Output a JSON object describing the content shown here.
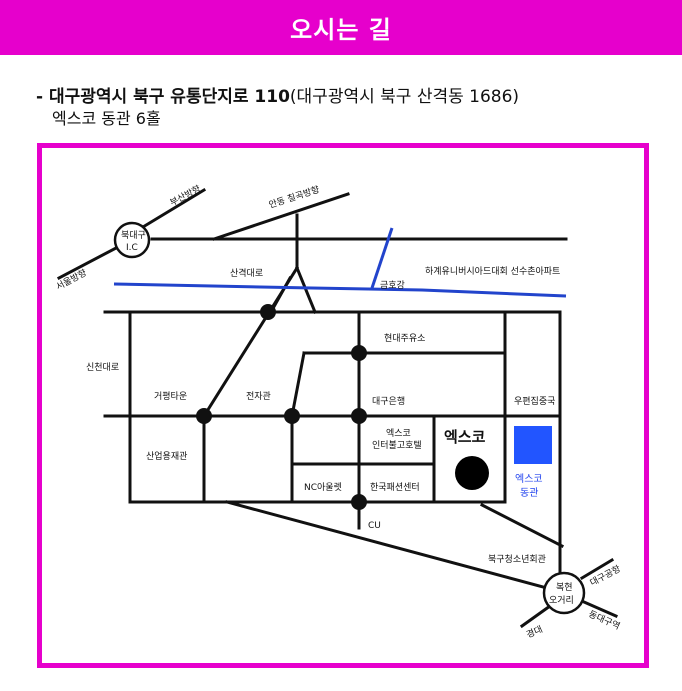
{
  "header": {
    "title": "오시는 길"
  },
  "address": {
    "dash": "- ",
    "road_address": "대구광역시 북구 유통단지로 110",
    "lot_address": "(대구광역시 북구 산격동 1686)",
    "venue": "엑스코 동관 6홀"
  },
  "map": {
    "interchange_top": "북대구",
    "interchange_bottom": "I.C",
    "intersection_top": "복현",
    "intersection_bottom": "오거리",
    "directions": {
      "busan": "부산방향",
      "seoul": "서울방향",
      "chilgok": "안동 칠곡방향",
      "daegu_airport": "대구공항",
      "dongdaegu": "동대구역",
      "gyeongdae": "경대"
    },
    "roads": {
      "sangyeok": "산격대로",
      "sincheon": "신천대로"
    },
    "river": "금호강",
    "places": {
      "universiade": "하계유니버시아드대회 선수촌아파트",
      "hyundai_gas": "현대주유소",
      "geopyeong": "거평타운",
      "electronics": "전자관",
      "daegu_bank": "대구은행",
      "post_office": "우편집중국",
      "exco_inter_top": "엑스코",
      "exco_inter_bottom": "인터불고호텔",
      "industrial": "산업용재관",
      "nc_outlet": "NC아울렛",
      "fashion": "한국패션센터",
      "cu": "CU",
      "youth_center": "북구청소년회관"
    },
    "exco": "엑스코",
    "east_wing_top": "엑스코",
    "east_wing_bottom": "동관"
  },
  "colors": {
    "brand": "#e600cc",
    "river": "#2244cc",
    "east_wing": "#2255ff",
    "road": "#111111"
  }
}
